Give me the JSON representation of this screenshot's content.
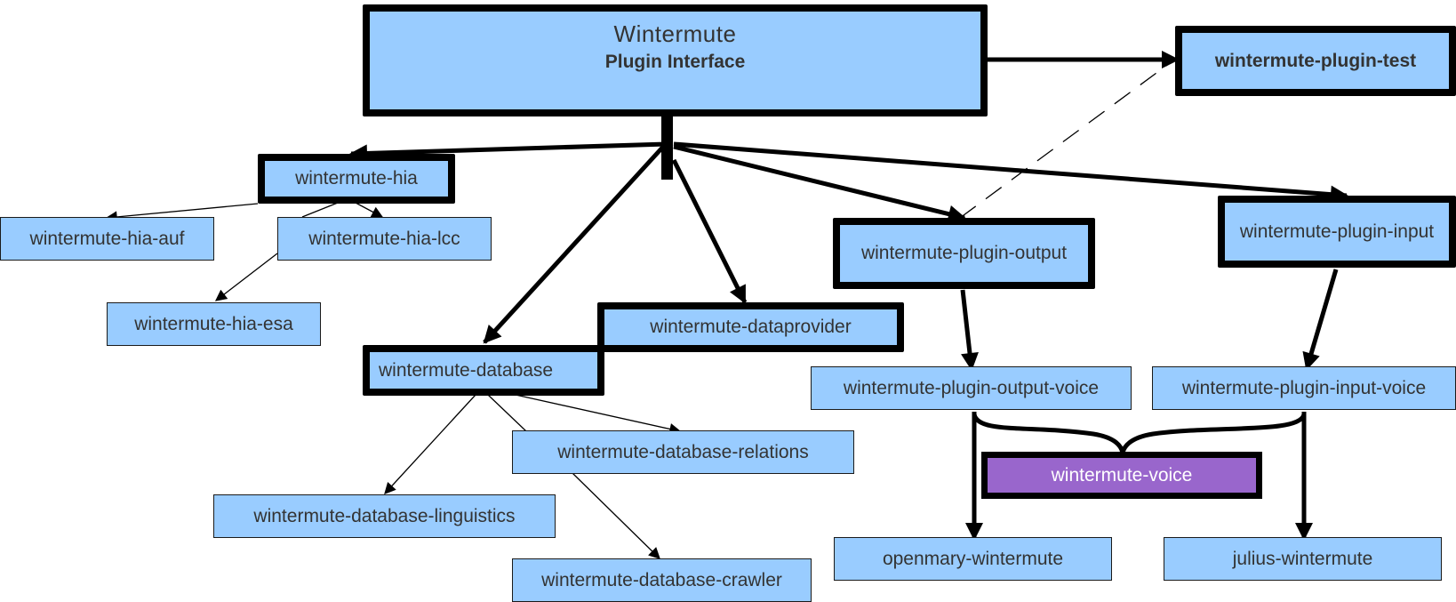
{
  "diagram": {
    "root": {
      "title": "Wintermute",
      "subtitle": "Plugin Interface"
    },
    "nodes": {
      "plugin_test": "wintermute-plugin-test",
      "hia": "wintermute-hia",
      "hia_auf": "wintermute-hia-auf",
      "hia_lcc": "wintermute-hia-lcc",
      "hia_esa": "wintermute-hia-esa",
      "dataprovider": "wintermute-dataprovider",
      "database": "wintermute-database",
      "database_relations": "wintermute-database-relations",
      "database_linguistics": "wintermute-database-linguistics",
      "database_crawler": "wintermute-database-crawler",
      "plugin_output": "wintermute-plugin-output",
      "plugin_input": "wintermute-plugin-input",
      "plugin_output_voice": "wintermute-plugin-output-voice",
      "plugin_input_voice": "wintermute-plugin-input-voice",
      "voice": "wintermute-voice",
      "openmary": "openmary-wintermute",
      "julius": "julius-wintermute"
    },
    "edges": [
      {
        "from": "root",
        "to": "plugin_test",
        "style": "thick"
      },
      {
        "from": "root",
        "to": "hia",
        "style": "thick"
      },
      {
        "from": "root",
        "to": "database",
        "style": "thick"
      },
      {
        "from": "root",
        "to": "dataprovider",
        "style": "thick"
      },
      {
        "from": "root",
        "to": "plugin_output",
        "style": "thick"
      },
      {
        "from": "root",
        "to": "plugin_input",
        "style": "thick"
      },
      {
        "from": "plugin_output",
        "to": "plugin_test",
        "style": "dashed"
      },
      {
        "from": "hia",
        "to": "hia_auf",
        "style": "thin"
      },
      {
        "from": "hia",
        "to": "hia_lcc",
        "style": "thin"
      },
      {
        "from": "hia_lcc",
        "to": "hia_esa",
        "style": "thin"
      },
      {
        "from": "database",
        "to": "database_linguistics",
        "style": "thin"
      },
      {
        "from": "database",
        "to": "database_relations",
        "style": "thin"
      },
      {
        "from": "database_relations",
        "to": "database_crawler",
        "style": "thin"
      },
      {
        "from": "plugin_output",
        "to": "plugin_output_voice",
        "style": "thick"
      },
      {
        "from": "plugin_input",
        "to": "plugin_input_voice",
        "style": "thick"
      },
      {
        "from": "plugin_output_voice",
        "to": "openmary",
        "style": "thick"
      },
      {
        "from": "plugin_input_voice",
        "to": "julius",
        "style": "thick"
      },
      {
        "from": "voice",
        "to": [
          "plugin_output_voice",
          "plugin_input_voice"
        ],
        "style": "brace"
      }
    ],
    "colors": {
      "node_fill": "#99ccff",
      "highlight_fill": "#9966cc",
      "stroke": "#000000",
      "text": "#333333"
    }
  }
}
